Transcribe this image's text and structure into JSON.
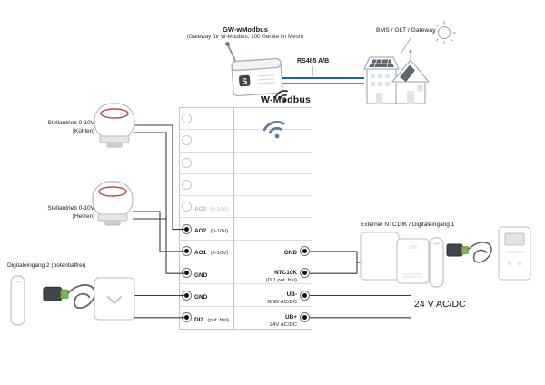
{
  "gateway": {
    "title": "GW-wModbus",
    "subtitle": "(Gateway für W-Modbus, 100 Geräte im Mesh)",
    "logo_letter": "S"
  },
  "bms": {
    "label": "BMS / GLT / Gateway"
  },
  "bus": {
    "label": "RS485 A/B"
  },
  "wireless": {
    "label": "W-Modbus"
  },
  "power": {
    "label": "24 V AC/DC"
  },
  "left_devices": [
    {
      "title": "Stellantrieb 0-10V",
      "subtitle": "[Kühlen]"
    },
    {
      "title": "Stellantrieb 0-10V",
      "subtitle": "[Heizen]"
    },
    {
      "title": "Digitaleingang 2 (potentialfrei)"
    }
  ],
  "right_devices": {
    "title": "Externer NTC10K / Digitaleingang 1"
  },
  "terminals": {
    "left": [
      {
        "name": "",
        "sub": "",
        "state": "empty"
      },
      {
        "name": "",
        "sub": "",
        "state": "empty"
      },
      {
        "name": "",
        "sub": "",
        "state": "empty"
      },
      {
        "name": "",
        "sub": "",
        "state": "empty"
      },
      {
        "name": "AO3",
        "sub": "(0-10V)",
        "state": "inactive"
      },
      {
        "name": "AO2",
        "sub": "(0-10V)",
        "state": "wired"
      },
      {
        "name": "AO1",
        "sub": "(0-10V)",
        "state": "wired"
      },
      {
        "name": "GND",
        "sub": "",
        "state": "wired"
      },
      {
        "name": "GND",
        "sub": "",
        "state": "wired"
      },
      {
        "name": "DI2",
        "sub": "(pot. frei)",
        "state": "wired"
      }
    ],
    "right": [
      {
        "name": "",
        "sub": "",
        "state": "none"
      },
      {
        "name": "",
        "sub": "",
        "state": "none"
      },
      {
        "name": "",
        "sub": "",
        "state": "none"
      },
      {
        "name": "",
        "sub": "",
        "state": "none"
      },
      {
        "name": "",
        "sub": "",
        "state": "none"
      },
      {
        "name": "",
        "sub": "",
        "state": "none"
      },
      {
        "name": "GND",
        "sub": "",
        "state": "wired"
      },
      {
        "name": "NTC10K",
        "sub": "(DI1 pot. frei)",
        "state": "wired"
      },
      {
        "name": "UB-",
        "sub": "GND AC/DC",
        "state": "wired"
      },
      {
        "name": "UB+",
        "sub": "24V AC/DC",
        "state": "wired"
      }
    ]
  },
  "colors": {
    "wire": "#3a3a3a",
    "bus_line_a": "#1565a8",
    "bus_line_b": "#2b9fd8",
    "wifi_blue": "#5f7d9c",
    "accent_red": "#c44a4a",
    "pcb_green": "#7ab648",
    "solar_panel": "#5b6770"
  }
}
